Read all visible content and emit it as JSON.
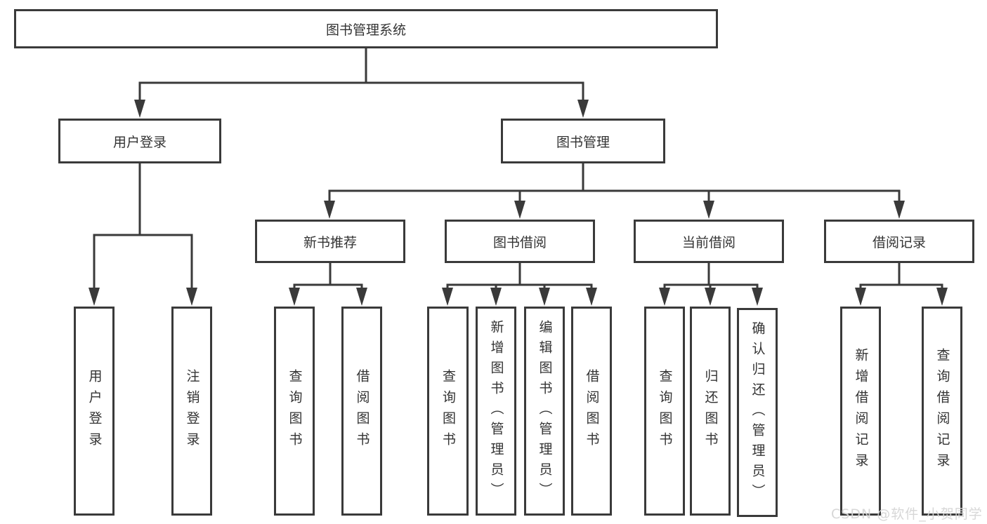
{
  "diagram": {
    "title": "图书管理系统",
    "colors": {
      "line": "#3a3a3a",
      "box_border": "#3a3a3a",
      "box_fill": "#ffffff",
      "text": "#333333",
      "watermark": "#d5d5d5"
    },
    "root": {
      "label": "图书管理系统"
    },
    "level2": [
      {
        "label": "用户登录"
      },
      {
        "label": "图书管理"
      }
    ],
    "level3": [
      {
        "label": "新书推荐"
      },
      {
        "label": "图书借阅"
      },
      {
        "label": "当前借阅"
      },
      {
        "label": "借阅记录"
      }
    ],
    "leaves": {
      "user_login": [
        "用户登录",
        "注销登录"
      ],
      "new_book": [
        "查询图书",
        "借阅图书"
      ],
      "book_borrow": [
        "查询图书",
        "新增图书（管理员）",
        "编辑图书（管理员）",
        "借阅图书"
      ],
      "current_borrow": [
        "查询图书",
        "归还图书",
        "确认归还（管理员）"
      ],
      "borrow_record": [
        "新增借阅记录",
        "查询借阅记录"
      ]
    },
    "hierarchy": {
      "图书管理系统": {
        "用户登录": [
          "用户登录",
          "注销登录"
        ],
        "图书管理": {
          "新书推荐": [
            "查询图书",
            "借阅图书"
          ],
          "图书借阅": [
            "查询图书",
            "新增图书（管理员）",
            "编辑图书（管理员）",
            "借阅图书"
          ],
          "当前借阅": [
            "查询图书",
            "归还图书",
            "确认归还（管理员）"
          ],
          "借阅记录": [
            "新增借阅记录",
            "查询借阅记录"
          ]
        }
      }
    },
    "watermark": "CSDN @软件_小贺同学"
  }
}
